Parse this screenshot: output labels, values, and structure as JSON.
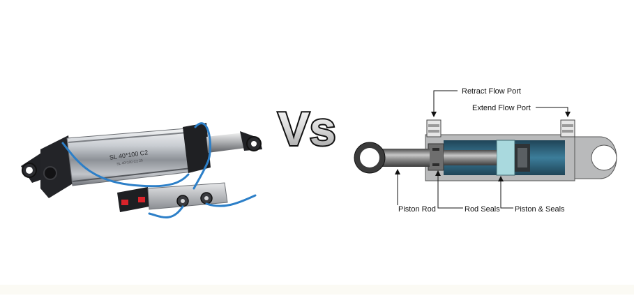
{
  "comparison": {
    "vs_text": "Vs"
  },
  "left_cylinder": {
    "body_engraving": "SL 40*100 C2",
    "body_subtext": "SL 40*100 C2 25",
    "colors": {
      "body": "#c9cdd2",
      "caps": "#222326",
      "hose": "#2c7fc8",
      "valve_button": "#d8232a"
    }
  },
  "diagram": {
    "labels": {
      "retract_port": "Retract Flow Port",
      "extend_port": "Extend Flow Port",
      "piston_rod": "Piston Rod",
      "rod_seals": "Rod Seals",
      "piston_seals": "Piston & Seals"
    },
    "colors": {
      "housing": "#b9babb",
      "fluid": "#2f5f78",
      "seal": "#a9d9de",
      "rod": "#7a7a7a"
    }
  }
}
